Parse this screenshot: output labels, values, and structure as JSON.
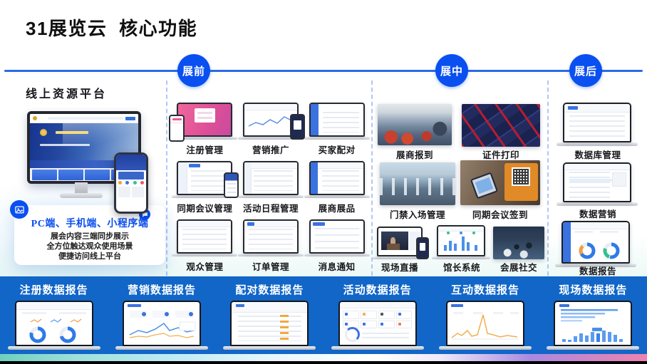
{
  "title": "31展览云 核心功能",
  "timeline": {
    "badges": [
      {
        "label": "展前"
      },
      {
        "label": "展中"
      },
      {
        "label": "展后"
      }
    ]
  },
  "left_panel": {
    "heading": "线上资源平台",
    "card": {
      "title": "PC端、手机端、小程序端",
      "line1": "展会内容三端同步展示",
      "line2": "全方位触达观众使用场景",
      "line3": "便捷访问线上平台"
    }
  },
  "preshow": {
    "items": [
      {
        "label": "注册管理"
      },
      {
        "label": "营销推广"
      },
      {
        "label": "买家配对"
      },
      {
        "label": "同期会议管理"
      },
      {
        "label": "活动日程管理"
      },
      {
        "label": "展商展品"
      },
      {
        "label": "观众管理"
      },
      {
        "label": "订单管理"
      },
      {
        "label": "消息通知"
      }
    ]
  },
  "midshow": {
    "items": [
      {
        "label": "展商报到"
      },
      {
        "label": "证件打印"
      },
      {
        "label": "门禁入场管理"
      },
      {
        "label": "同期会议签到"
      },
      {
        "label": "现场直播"
      },
      {
        "label": "馆长系统"
      },
      {
        "label": "会展社交"
      }
    ]
  },
  "postshow": {
    "items": [
      {
        "label": "数据库管理"
      },
      {
        "label": "数据营销"
      },
      {
        "label": "数据报告"
      }
    ]
  },
  "bottom_band": {
    "items": [
      {
        "label": "注册数据报告"
      },
      {
        "label": "营销数据报告"
      },
      {
        "label": "配对数据报告"
      },
      {
        "label": "活动数据报告"
      },
      {
        "label": "互动数据报告"
      },
      {
        "label": "现场数据报告"
      }
    ]
  },
  "colors": {
    "badge_blue": "#0a4ff0",
    "line_blue": "#2b6be6",
    "band_blue": "#1166c8",
    "accent_pink": "#dd4f97"
  }
}
